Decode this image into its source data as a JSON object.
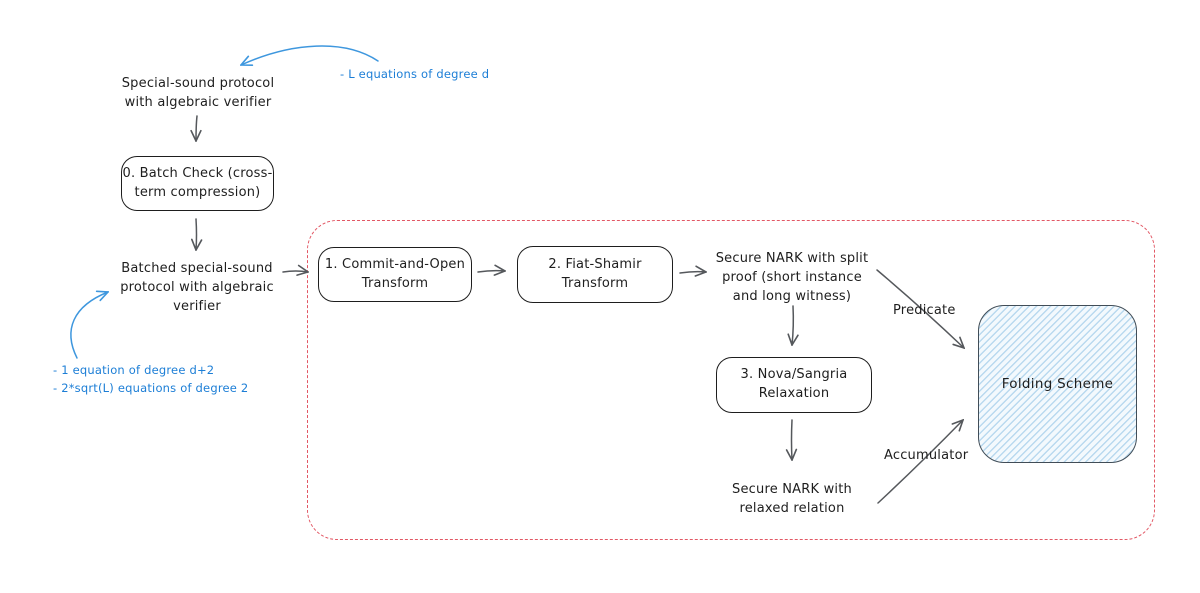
{
  "colors": {
    "ink": "#1e1e1e",
    "arrow_gray": "#55585c",
    "annotation_blue": "#1c7ed6",
    "blue_arrow": "#3e97de",
    "dashed_red": "#e25865",
    "hatch_blue": "#b9d9ef",
    "folding_fill": "#f3f9fd"
  },
  "nodes": {
    "specialSound": {
      "label": "Special-sound protocol\nwith algebraic verifier"
    },
    "batchCheck": {
      "label": "0. Batch Check (cross-\nterm compression)"
    },
    "batchedSpecialSound": {
      "label": "Batched special-sound\nprotocol with algebraic\nverifier"
    },
    "commitOpen": {
      "label": "1. Commit-and-Open\nTransform"
    },
    "fiatShamir": {
      "label": "2. Fiat-Shamir\nTransform"
    },
    "secureNarkSplit": {
      "label": "Secure NARK with split\nproof (short instance\nand long witness)"
    },
    "novaSangria": {
      "label": "3. Nova/Sangria\nRelaxation"
    },
    "secureNarkRelaxed": {
      "label": "Secure NARK with\nrelaxed relation"
    },
    "foldingScheme": {
      "label": "Folding Scheme"
    }
  },
  "annotations": {
    "topRight": "- L equations of degree d",
    "bottomLeft": "- 1 equation of degree d+2\n- 2*sqrt(L) equations of degree 2"
  },
  "edge_labels": {
    "predicate": "Predicate",
    "accumulator": "Accumulator"
  }
}
